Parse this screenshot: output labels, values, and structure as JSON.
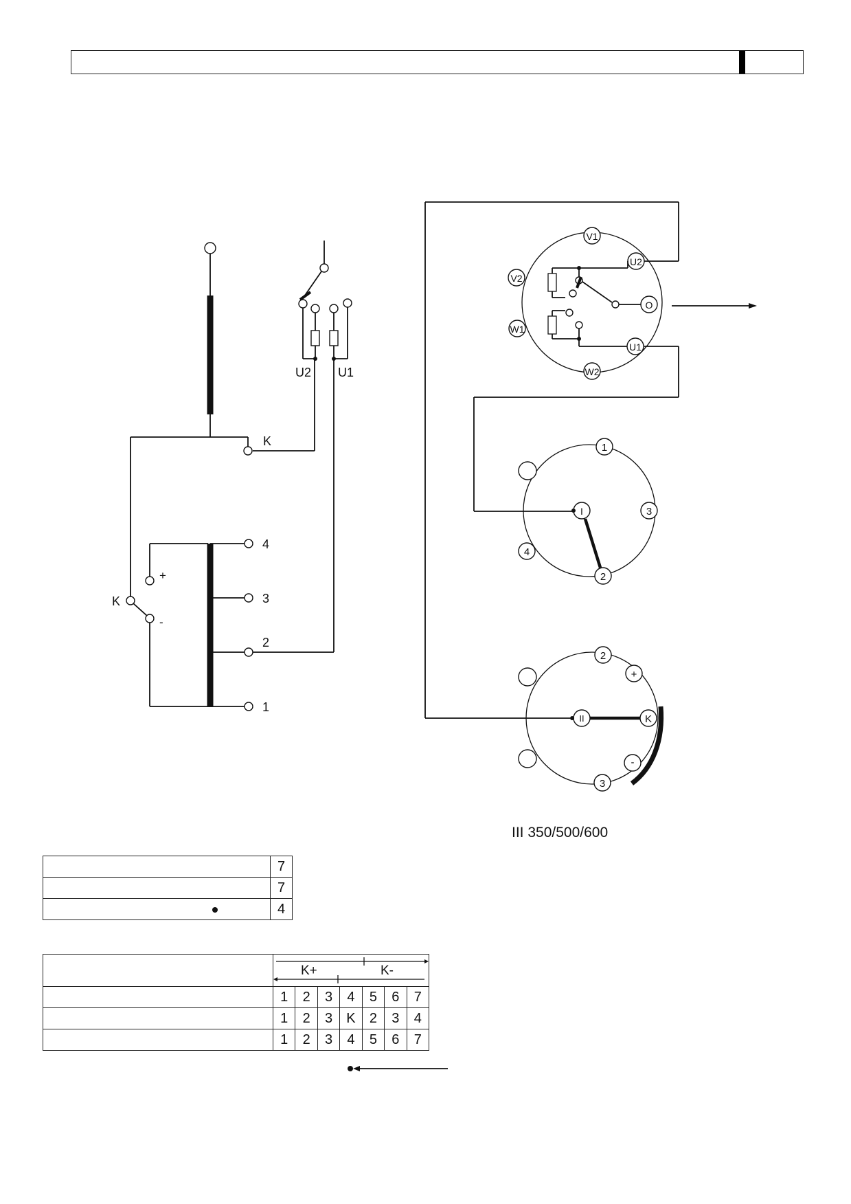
{
  "caption": "III 350/500/600",
  "diagram": {
    "left_labels": {
      "U2": "U2",
      "U1": "U1",
      "K_top": "K",
      "K_left": "K",
      "plus": "+",
      "minus": "-",
      "tap_4": "4",
      "tap_3": "3",
      "tap_2": "2",
      "tap_1": "1"
    },
    "switch_top": {
      "V1": "V1",
      "V2": "V2",
      "W1": "W1",
      "W2": "W2",
      "U2": "U2",
      "U1": "U1",
      "O": "O"
    },
    "switch_mid": {
      "I": "I",
      "1": "1",
      "2": "2",
      "3": "3",
      "4": "4"
    },
    "switch_bot": {
      "II": "II",
      "2": "2",
      "3": "3",
      "plus": "+",
      "minus": "-",
      "K": "K"
    }
  },
  "table_a": {
    "rows": [
      {
        "value": "7"
      },
      {
        "value": "7"
      },
      {
        "value": "4"
      }
    ]
  },
  "table_b": {
    "header": {
      "k_plus": "K+",
      "k_minus": "K-"
    },
    "rows": [
      [
        "1",
        "2",
        "3",
        "4",
        "5",
        "6",
        "7"
      ],
      [
        "1",
        "2",
        "3",
        "K",
        "2",
        "3",
        "4"
      ],
      [
        "1",
        "2",
        "3",
        "4",
        "5",
        "6",
        "7"
      ]
    ]
  }
}
